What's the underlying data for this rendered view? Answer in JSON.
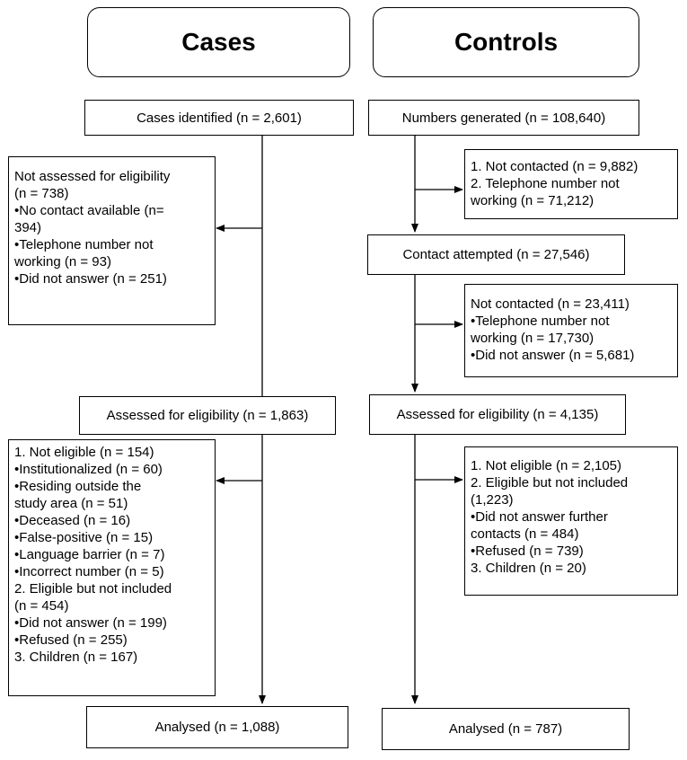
{
  "cases": {
    "header": "Cases",
    "identified": "Cases identified (n = 2,601)",
    "not_assessed": [
      "Not assessed for eligibility",
      "(n = 738)",
      "•No contact available (n=",
      "394)",
      "•Telephone number not",
      "working (n = 93)",
      "•Did not answer (n = 251)"
    ],
    "assessed": "Assessed for eligibility (n = 1,863)",
    "excluded": [
      "1. Not eligible (n = 154)",
      "•Institutionalized (n = 60)",
      "•Residing outside the",
      "study area (n = 51)",
      "•Deceased (n = 16)",
      "•False-positive (n = 15)",
      "•Language barrier (n = 7)",
      "•Incorrect number (n = 5)",
      "2. Eligible but not included",
      "(n = 454)",
      "•Did not answer (n = 199)",
      "•Refused (n = 255)",
      "3. Children (n = 167)"
    ],
    "analysed": "Analysed (n = 1,088)"
  },
  "controls": {
    "header": "Controls",
    "generated": "Numbers generated (n = 108,640)",
    "not_contacted_1": [
      "1. Not contacted (n = 9,882)",
      "2. Telephone number not",
      "working (n = 71,212)"
    ],
    "contact_attempted": "Contact attempted (n = 27,546)",
    "not_contacted_2": [
      "Not contacted (n = 23,411)",
      "•Telephone number not",
      "working (n = 17,730)",
      "•Did not answer (n = 5,681)"
    ],
    "assessed": "Assessed for eligibility (n = 4,135)",
    "excluded": [
      "1. Not eligible (n = 2,105)",
      "2. Eligible but not included",
      "(1,223)",
      "•Did not answer further",
      "contacts (n = 484)",
      "•Refused (n = 739)",
      "3. Children (n = 20)"
    ],
    "analysed": "Analysed (n = 787)"
  }
}
